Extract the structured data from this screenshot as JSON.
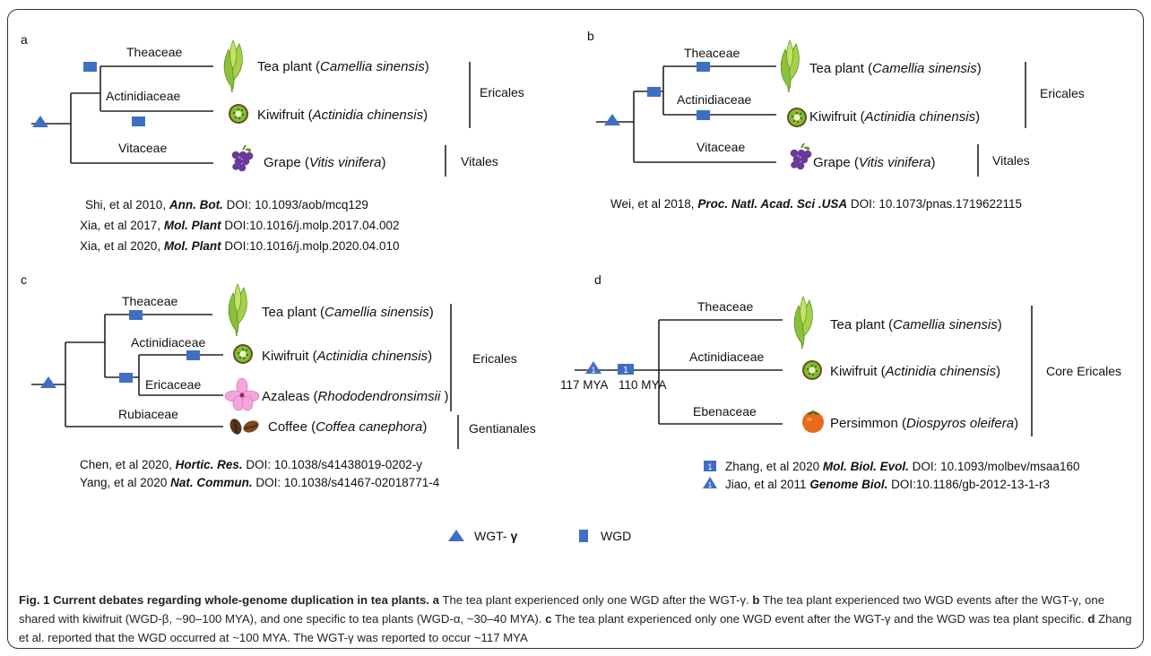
{
  "panels": {
    "a": {
      "letter": "a",
      "families": [
        "Theaceae",
        "Actinidiaceae",
        "Vitaceae"
      ],
      "species": [
        {
          "common": "Tea plant (",
          "latin": "Camellia sinensis",
          "close": ")"
        },
        {
          "common": "Kiwifruit (",
          "latin": "Actinidia chinensis",
          "close": ")"
        },
        {
          "common": "Grape (",
          "latin": "Vitis vinifera",
          "close": ")"
        }
      ],
      "orders": [
        "Ericales",
        "Vitales"
      ],
      "refs": [
        {
          "pre": "Shi, et al 2010, ",
          "journal": "Ann. Bot.",
          "doi": " DOI: 10.1093/aob/mcq129"
        },
        {
          "pre": "Xia, et al 2017, ",
          "journal": "Mol. Plant",
          "doi": "  DOI:10.1016/j.molp.2017.04.002"
        },
        {
          "pre": "Xia, et al 2020, ",
          "journal": "Mol. Plant",
          "doi": "  DOI:10.1016/j.molp.2020.04.010"
        }
      ]
    },
    "b": {
      "letter": "b",
      "families": [
        "Theaceae",
        "Actinidiaceae",
        "Vitaceae"
      ],
      "species": [
        {
          "common": "Tea plant (",
          "latin": "Camellia sinensis",
          "close": ")"
        },
        {
          "common": "Kiwifruit (",
          "latin": "Actinidia chinensis",
          "close": ")"
        },
        {
          "common": "Grape (",
          "latin": "Vitis vinifera",
          "close": ")"
        }
      ],
      "orders": [
        "Ericales",
        "Vitales"
      ],
      "refs": [
        {
          "pre": "Wei, et al 2018, ",
          "journal": "Proc. Natl. Acad. Sci .USA",
          "doi": "  DOI: 10.1073/pnas.1719622115"
        }
      ]
    },
    "c": {
      "letter": "c",
      "families": [
        "Theaceae",
        "Actinidiaceae",
        "Ericaceae",
        "Rubiaceae"
      ],
      "species": [
        {
          "common": "Tea plant (",
          "latin": "Camellia sinensis",
          "close": ")"
        },
        {
          "common": "Kiwifruit (",
          "latin": "Actinidia chinensis",
          "close": ")"
        },
        {
          "common": "Azaleas (",
          "latin": "Rhododendronsimsii",
          "close": " )"
        },
        {
          "common": "Coffee (",
          "latin": "Coffea canephora",
          "close": ")"
        }
      ],
      "orders": [
        "Ericales",
        "Gentianales"
      ],
      "refs": [
        {
          "pre": "Chen, et al 2020, ",
          "journal": "Hortic. Res.",
          "doi": "  DOI: 10.1038/s41438019-0202-y"
        },
        {
          "pre": "Yang, et al 2020 ",
          "journal": "Nat. Commun.",
          "doi": "  DOI: 10.1038/s41467-02018771-4"
        }
      ]
    },
    "d": {
      "letter": "d",
      "families": [
        "Theaceae",
        "Actinidiaceae",
        "Ebenaceae"
      ],
      "species": [
        {
          "common": "Tea plant (",
          "latin": "Camellia sinensis",
          "close": ")"
        },
        {
          "common": "Kiwifruit (",
          "latin": "Actinidia chinensis",
          "close": ")"
        },
        {
          "common": "Persimmon (",
          "latin": "Diospyros oleifera",
          "close": ")"
        }
      ],
      "orders": [
        "Core Ericales"
      ],
      "times": [
        "117 MYA",
        "110 MYA"
      ],
      "marker_num": "1",
      "refs": [
        {
          "pre": "Zhang, et al 2020 ",
          "journal": "Mol. Biol. Evol.",
          "doi": "  DOI: 10.1093/molbev/msaa160"
        },
        {
          "pre": "Jiao, et al 2011 ",
          "journal": "Genome Biol.",
          "doi": "  DOI:10.1186/gb-2012-13-1-r3"
        }
      ]
    }
  },
  "legend": {
    "wgt": "WGT- ",
    "gamma": "γ",
    "wgd": "WGD"
  },
  "caption": {
    "title": "Fig. 1 Current debates regarding whole-genome duplication in tea plants.",
    "a_label": "a",
    "a_text": " The tea plant experienced only one WGD after the WGT-γ.",
    "b_label": "b",
    "b_text": " The tea plant experienced two WGD events after the WGT-γ, one shared with kiwifruit (WGD-β, ~90–100 MYA), and one specific to tea plants (WGD-α, ~30–40 MYA).",
    "c_label": "c",
    "c_text": " The tea plant experienced only one WGD event after the WGT-γ and the WGD was tea plant specific.",
    "d_label": "d",
    "d_text": " Zhang et al. reported that the WGD occurred at ~100 MYA. The WGT-γ was reported to occur ~117 MYA"
  },
  "colors": {
    "marker": "#3f6fc4",
    "marker_light": "#8fb0e0"
  },
  "icons": [
    "tea-leaf-icon",
    "kiwi-icon",
    "grape-icon",
    "azalea-flower-icon",
    "coffee-bean-icon",
    "persimmon-icon"
  ]
}
